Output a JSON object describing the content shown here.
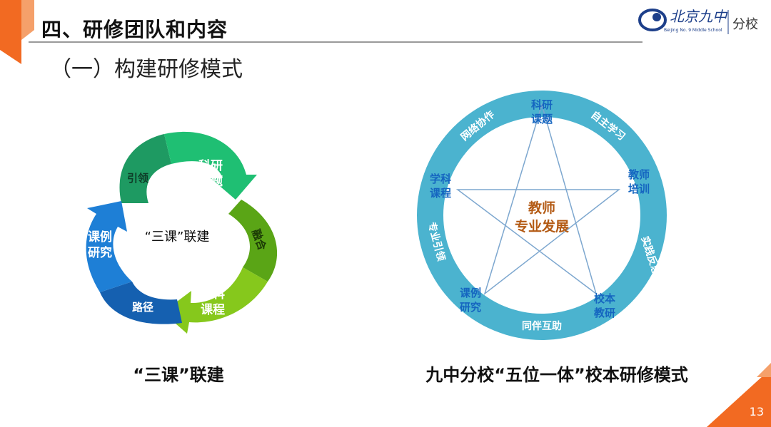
{
  "slide": {
    "title": "四、研修团队和内容",
    "subtitle": "（一）构建研修模式",
    "page_number": "13",
    "logo": {
      "text": "北京九中",
      "subtext": "Beijing No. 9 Middle School",
      "suffix": "分校"
    }
  },
  "cycle_diagram": {
    "center_label": "“三课”联建",
    "segments": [
      {
        "label": "引领",
        "color": "#1e9a62"
      },
      {
        "label": "科研课题",
        "color": "#1fbf73"
      },
      {
        "label": "融合",
        "color": "#5aa516"
      },
      {
        "label": "学科课程",
        "color": "#86c81c"
      },
      {
        "label": "路径",
        "color": "#1560b0"
      },
      {
        "label": "课例研究",
        "color": "#1e7fd6"
      }
    ],
    "caption": "“三课”联建"
  },
  "star_diagram": {
    "center_label_1": "教师",
    "center_label_2": "专业发展",
    "ring_color": "#4bb3cf",
    "points": [
      "科研课题",
      "教师培训",
      "校本教研",
      "课例研究",
      "学科课程"
    ],
    "arcs": [
      "网络协作",
      "自主学习",
      "实践反思",
      "同伴互助",
      "专业引领"
    ],
    "caption": "九中分校“五位一体”校本研修模式"
  }
}
